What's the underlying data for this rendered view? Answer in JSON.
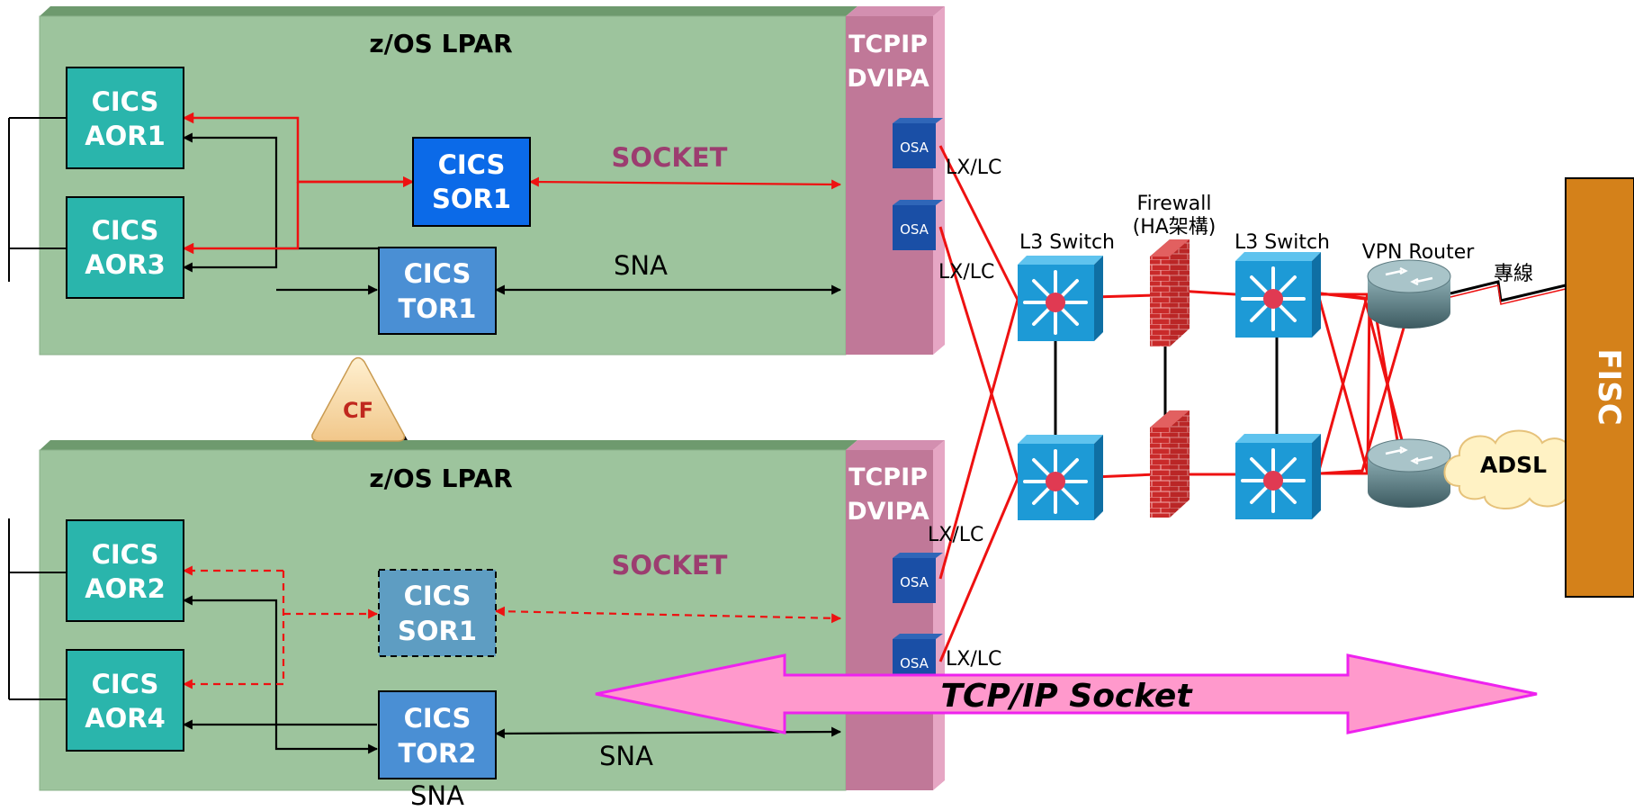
{
  "lpar1": {
    "title": "z/OS LPAR"
  },
  "lpar2": {
    "title": "z/OS LPAR"
  },
  "tcpip1": {
    "line1": "TCPIP",
    "line2": "DVIPA"
  },
  "tcpip2": {
    "line1": "TCPIP",
    "line2": "DVIPA"
  },
  "cf": {
    "label": "CF"
  },
  "regions": {
    "aor1": {
      "line1": "CICS",
      "line2": "AOR1"
    },
    "aor3": {
      "line1": "CICS",
      "line2": "AOR3"
    },
    "sor1_top": {
      "line1": "CICS",
      "line2": "SOR1"
    },
    "tor1": {
      "line1": "CICS",
      "line2": "TOR1"
    },
    "aor2": {
      "line1": "CICS",
      "line2": "AOR2"
    },
    "aor4": {
      "line1": "CICS",
      "line2": "AOR4"
    },
    "sor1_bottom": {
      "line1": "CICS",
      "line2": "SOR1"
    },
    "tor2": {
      "line1": "CICS",
      "line2": "TOR2"
    }
  },
  "labels": {
    "socket_top": "SOCKET",
    "sna_top": "SNA",
    "socket_bottom": "SOCKET",
    "sna_bottom": "SNA",
    "sna_under": "SNA",
    "osa": "OSA",
    "lxlc_1": "LX/LC",
    "lxlc_2": "LX/LC",
    "lxlc_3": "LX/LC",
    "lxlc_4": "LX/LC",
    "tcpip_socket": "TCP/IP Socket"
  },
  "network": {
    "l3_switch_left": "L3 Switch",
    "firewall": "Firewall",
    "firewall_ha": "(HA架構)",
    "l3_switch_right": "L3 Switch",
    "vpn_router": "VPN Router",
    "leased_line": "專線",
    "adsl": "ADSL",
    "fisc": "FISC"
  },
  "colors": {
    "lpar_green": "#9dc49d",
    "tcpip_pink": "#c07898",
    "cics_teal": "#2ab5ac",
    "sor_blue": "#0b6ae8",
    "tor_blue": "#4a8fd4",
    "red_link": "#ee1111",
    "fisc_orange": "#d4811a",
    "arrow_pink": "#ff99cc",
    "arrow_magenta": "#ee22ee",
    "socket_text": "#9c3d70",
    "switch_blue": "#1d9ad6"
  }
}
